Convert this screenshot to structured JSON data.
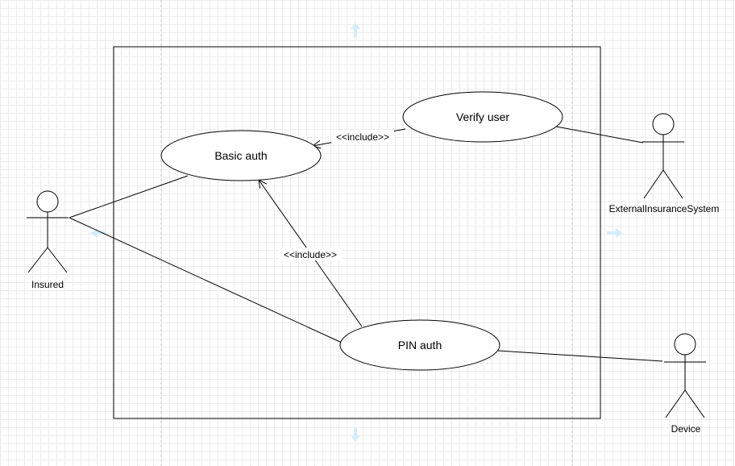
{
  "system_boundary": {
    "name": ""
  },
  "use_cases": {
    "basic_auth": "Basic auth",
    "verify_user": "Verify user",
    "pin_auth": "PIN auth"
  },
  "actors": {
    "insured": "Insured",
    "external": "ExternalInsuranceSystem",
    "device": "Device"
  },
  "relations": {
    "include_verify_basic": "<<include>>",
    "include_pin_basic": "<<include>>"
  }
}
